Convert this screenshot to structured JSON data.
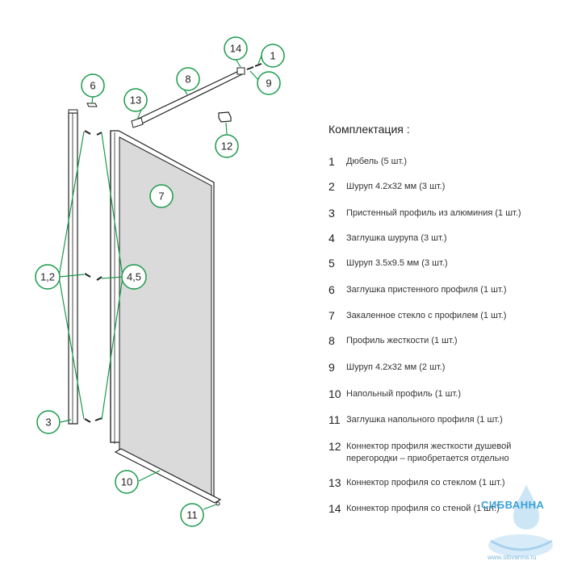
{
  "callouts": {
    "c1": "1",
    "c9": "9",
    "c14": "14",
    "c8": "8",
    "c6": "6",
    "c13": "13",
    "c12": "12",
    "c7": "7",
    "c12b": "1,2",
    "c45": "4,5",
    "c3": "3",
    "c10": "10",
    "c11": "11"
  },
  "kit": {
    "title": "Комплектация :",
    "items": [
      {
        "num": "1",
        "text": "Дюбель (5 шт.)"
      },
      {
        "num": "2",
        "text": "Шуруп 4.2х32 мм (3 шт.)"
      },
      {
        "num": "3",
        "text": "Пристенный профиль из алюминия (1 шт.)"
      },
      {
        "num": "4",
        "text": "Заглушка шурупа (3 шт.)"
      },
      {
        "num": "5",
        "text": "Шуруп 3.5х9.5 мм (3 шт.)"
      },
      {
        "num": "6",
        "text": "Заглушка пристенного профиля (1 шт.)"
      },
      {
        "num": "7",
        "text": "Закаленное стекло с профилем (1 шт.)"
      },
      {
        "num": "8",
        "text": "Профиль жесткости (1 шт.)"
      },
      {
        "num": "9",
        "text": "Шуруп 4.2х32 мм (2 шт.)"
      },
      {
        "num": "10",
        "text": "Напольный профиль (1 шт.)"
      },
      {
        "num": "11",
        "text": "Заглушка напольного профиля (1 шт.)"
      },
      {
        "num": "12",
        "text": "Коннектор профиля жесткости душевой перегородки – приобретается отдельно"
      },
      {
        "num": "13",
        "text": "Коннектор профиля со стеклом (1 шт.)"
      },
      {
        "num": "14",
        "text": "Коннектор профиля со стеной (1 шт.)"
      }
    ]
  },
  "watermark": {
    "brand": "СИБВАННА",
    "url": "www.sibvanna.ru"
  },
  "colors": {
    "callout_stroke": "#1a9a4a",
    "line": "#222222",
    "glass": "#d9d9d9"
  }
}
